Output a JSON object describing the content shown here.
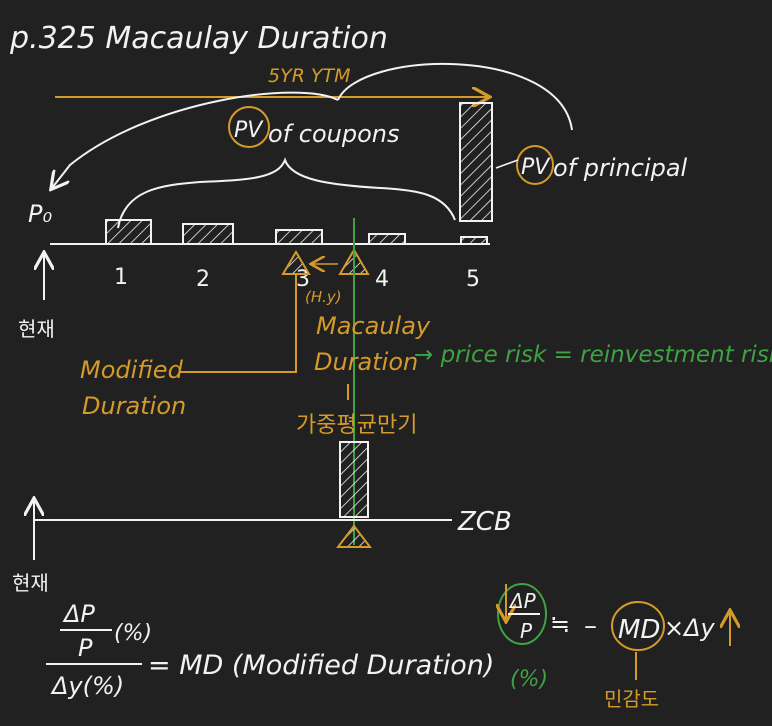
{
  "title": "p.325 Macaulay Duration",
  "ytm_label": "5YR YTM",
  "pv_coupons": {
    "circled": "PV",
    "rest": "of coupons"
  },
  "pv_principal": {
    "circled": "PV",
    "rest": "of principal"
  },
  "p0_label": "P₀",
  "timeline_ticks": [
    "1",
    "2",
    "3",
    "4",
    "5"
  ],
  "hy_label": "(H.y)",
  "now_label_top": "현재",
  "now_label_bottom": "현재",
  "macaulay_label": [
    "Macaulay",
    "Duration"
  ],
  "modified_label": [
    "Modified",
    "Duration"
  ],
  "risk_note": "→ price risk = reinvestment risk",
  "weighted_avg_label": "가중평균만기",
  "zcb_label": "ZCB",
  "formula_left": {
    "num_top": "ΔP",
    "num_bottom": "P",
    "percent": "(%)",
    "denominator": "Δy(%)",
    "rhs": "= MD (Modified Duration)"
  },
  "formula_right": {
    "num_top": "ΔP",
    "num_bottom": "P",
    "approx": "≒",
    "minus": "–",
    "md": "MD",
    "times_dy": "×Δy",
    "percent": "(%)",
    "sensitivity": "민감도"
  },
  "colors": {
    "bg": "#212121",
    "chalk": "#f2f2f2",
    "orange": "#d49a2a",
    "green": "#3fa243"
  }
}
